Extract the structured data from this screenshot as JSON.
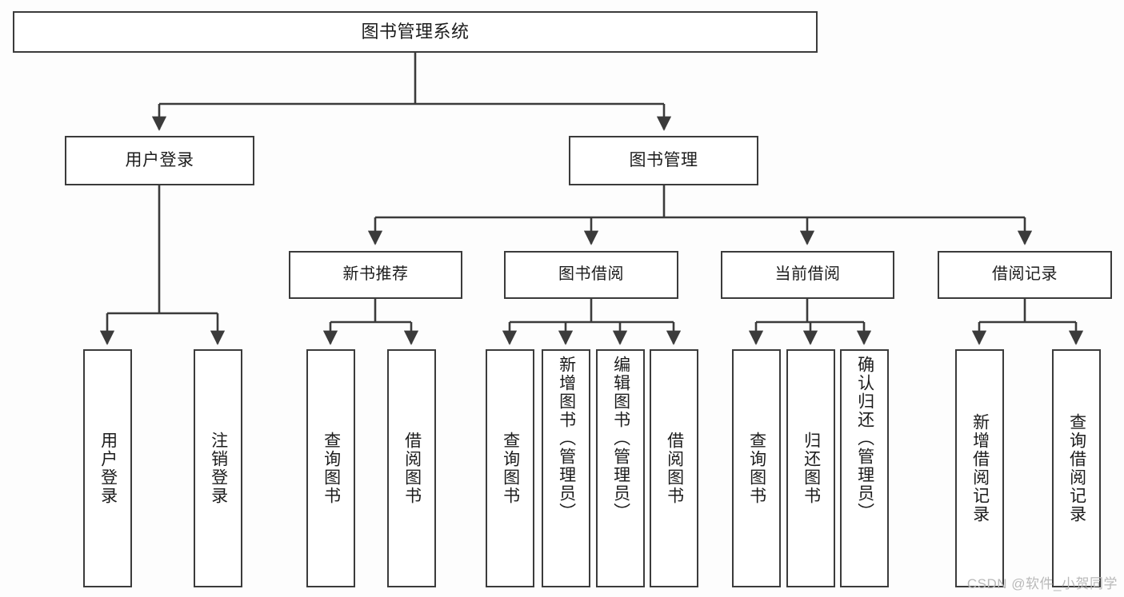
{
  "diagram": {
    "title": "图书管理系统",
    "type": "tree-hierarchy",
    "background_color": "#fdfdfd",
    "line_color": "#3b3b3b",
    "box_fill": "#ffffff",
    "box_border": "#3b3b3b"
  },
  "root": {
    "label": "图书管理系统"
  },
  "level1": [
    {
      "label": "用户登录"
    },
    {
      "label": "图书管理"
    }
  ],
  "level2": [
    {
      "label": "新书推荐"
    },
    {
      "label": "图书借阅"
    },
    {
      "label": "当前借阅"
    },
    {
      "label": "借阅记录"
    }
  ],
  "leaves": {
    "user_login": [
      {
        "label": "用户登录"
      },
      {
        "label": "注销登录"
      }
    ],
    "new_book_recommend": [
      {
        "label": "查询图书"
      },
      {
        "label": "借阅图书"
      }
    ],
    "book_borrow": [
      {
        "label": "查询图书"
      },
      {
        "label": "新增图书（管理员）"
      },
      {
        "label": "编辑图书（管理员）"
      },
      {
        "label": "借阅图书"
      }
    ],
    "current_borrow": [
      {
        "label": "查询图书"
      },
      {
        "label": "归还图书"
      },
      {
        "label": "确认归还（管理员）"
      }
    ],
    "borrow_record": [
      {
        "label": "新增借阅记录"
      },
      {
        "label": "查询借阅记录"
      }
    ]
  },
  "watermark": {
    "text": "CSDN @软件_小贺同学"
  }
}
